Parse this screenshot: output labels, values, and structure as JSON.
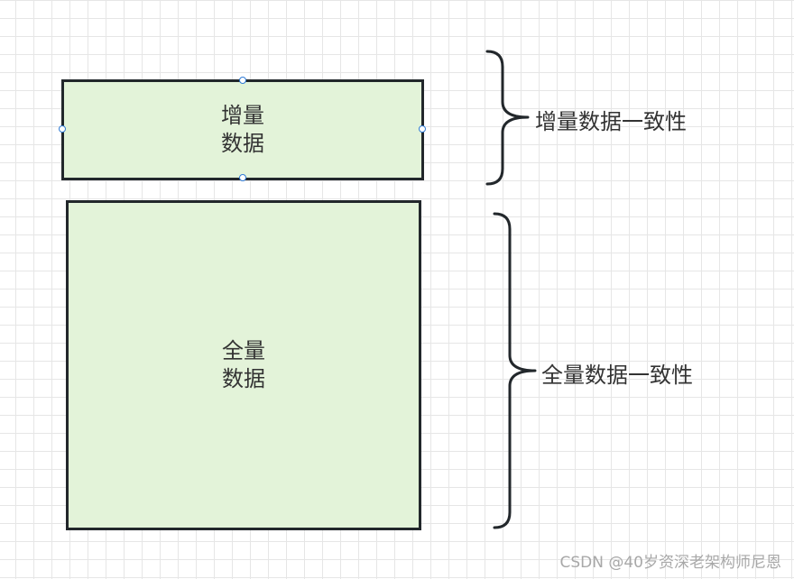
{
  "boxes": {
    "incremental": {
      "text": "增量\n数据"
    },
    "full": {
      "text": "全量\n数据"
    }
  },
  "braces": {
    "incremental_label": "增量数据一致性",
    "full_label": "全量数据一致性"
  },
  "watermark": "CSDN @40岁资深老架构师尼恩",
  "colors": {
    "box_fill": "#e3f3d9",
    "box_border": "#22272b",
    "grid": "#e6e6e6",
    "selection_handle": "#2f7bd6"
  }
}
